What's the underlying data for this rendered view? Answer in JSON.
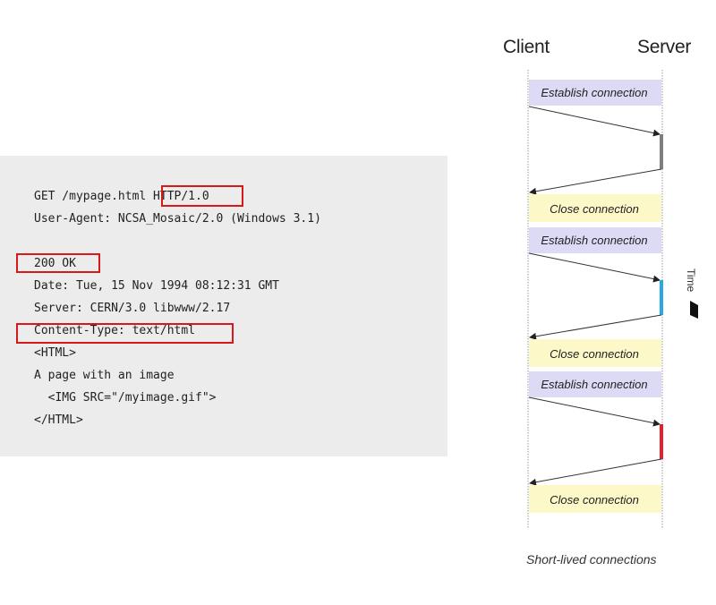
{
  "code": {
    "lines": [
      "GET /mypage.html HTTP/1.0",
      "User-Agent: NCSA_Mosaic/2.0 (Windows 3.1)",
      "",
      "200 OK",
      "Date: Tue, 15 Nov 1994 08:12:31 GMT",
      "Server: CERN/3.0 libwww/2.17",
      "Content-Type: text/html",
      "<HTML>",
      "A page with an image",
      "  <IMG SRC=\"/myimage.gif\">",
      "</HTML>"
    ],
    "highlight_color": "#d81919",
    "panel_color": "#ececec"
  },
  "diagram": {
    "client_label": "Client",
    "server_label": "Server",
    "time_label": "Time",
    "caption": "Short-lived connections",
    "establish_label": "Establish connection",
    "close_label": "Close connection",
    "establish_color": "#dcdaf5",
    "close_color": "#fdf8c8",
    "connections": [
      {
        "establish": "Establish connection",
        "close": "Close connection",
        "bar_color": "#7f7f7f"
      },
      {
        "establish": "Establish connection",
        "close": "Close connection",
        "bar_color": "#29a8e6"
      },
      {
        "establish": "Establish connection",
        "close": "Close connection",
        "bar_color": "#e3212d"
      }
    ]
  }
}
